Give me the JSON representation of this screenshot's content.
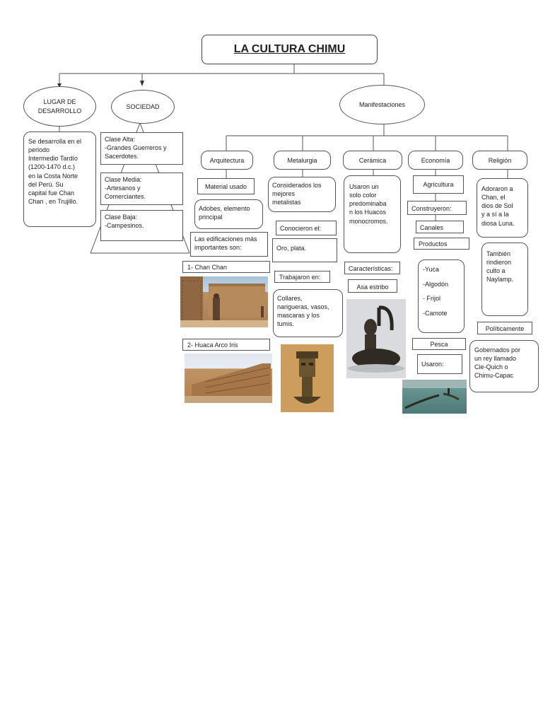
{
  "title": "LA CULTURA CHIMU",
  "branches": {
    "lugar": "LUGAR DE\nDESARROLLO",
    "sociedad": "SOCIEDAD",
    "manifestaciones": "Manifestaciones"
  },
  "lugar_text": "Se desarrolla en el\nperiodo\nIntermedio Tardío\n(1200-1470 d.c.)\nen la Costa Norte\ndel Perú. Su\ncapital fue Chan\nChan , en Trujillo.",
  "sociedad": {
    "alta": "Clase Alta:\n-Grandes Guerreros y\nSacerdotes.",
    "media": "Clase Media:\n-Artesanos y\nComerciantes.",
    "baja": "Clase Baja:\n-Campesinos."
  },
  "categories": [
    "Arquitectura",
    "Metalurgia",
    "Cerámica",
    "Economía",
    "Religión"
  ],
  "arquitectura": {
    "material_usado": "Material usado",
    "adobes": "Adobes, elemento\nprincipal",
    "edificaciones": "Las edificaciones más\nimportantes son:",
    "item1": "1-    Chan Chan",
    "item2": "2-    Huaca Arco Iris"
  },
  "metalurgia": {
    "considerados": "Considerados los\nmejores\nmetalistas",
    "conocieron": "Conocieron el:",
    "oro": "Oro, plata.",
    "trabajaron": "Trabajaron en:",
    "collares": "Collares,\nnarigueras, vasos,\nmascaras y los\ntumis."
  },
  "ceramica": {
    "usaron": "Usaron un\nsolo color\npredominaba\nn los Huacos\nmonocromos.",
    "caracteristicas": "Características:",
    "asa": "Asa estribo"
  },
  "economia": {
    "agricultura": "Agricultura",
    "construyeron": "Construyeron:",
    "canales": "Canales",
    "productos": "Productos",
    "productos_list": "-Yuca\n\n-Algodón\n\n- Frijol\n\n-Camote",
    "pesca": "Pesca",
    "usaron": "Usaron:"
  },
  "religion": {
    "adoraron": "Adoraron a\nChan, el\ndios de Sol\ny a sí a la\ndiosa Luna.",
    "tambien": "También\nrindieron\nculto a\nNaylamp.",
    "politicamente": "Políticamente",
    "gobernados": "Gobernados por\nun rey llamado\nCie-Quich o\nChimu-Capac"
  },
  "colors": {
    "line": "#555555",
    "sand": "#c9a67a",
    "sky": "#9fb8d4",
    "sea": "#5a8a86"
  }
}
